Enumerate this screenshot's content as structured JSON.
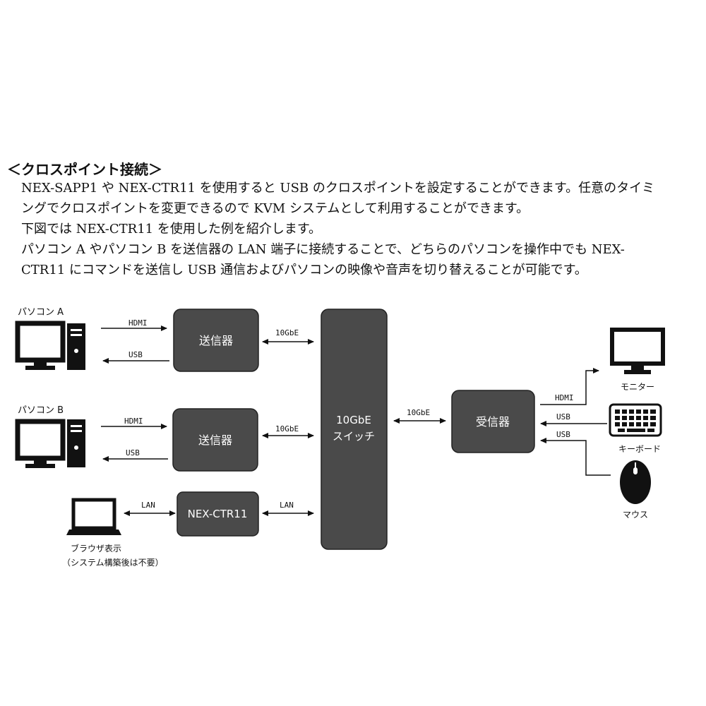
{
  "heading": "＜クロスポイント接続＞",
  "paragraph": [
    "NEX-SAPP1 や NEX-CTR11 を使用すると USB のクロスポイントを設定することができます。任意のタイミ",
    "ングでクロスポイントを変更できるので KVM システムとして利用することができます。",
    "下図では NEX-CTR11 を使用した例を紹介します。",
    "パソコン A やパソコン B を送信器の LAN 端子に接続することで、どちらのパソコンを操作中でも NEX-",
    "CTR11 にコマンドを送信し USB 通信およびパソコンの映像や音声を切り替えることが可能です。"
  ],
  "diagram": {
    "pc_a_label": "パソコン A",
    "pc_b_label": "パソコン B",
    "transmitter_a": "送信器",
    "transmitter_b": "送信器",
    "controller": "NEX-CTR11",
    "switch_line1": "10GbE",
    "switch_line2": "スイッチ",
    "receiver": "受信器",
    "hdmi_a": "HDMI",
    "usb_a": "USB",
    "hdmi_b": "HDMI",
    "usb_b": "USB",
    "lan_left": "LAN",
    "lan_right": "LAN",
    "link_a": "10GbE",
    "link_b": "10GbE",
    "link_rx": "10GbE",
    "rx_hdmi": "HDMI",
    "rx_usb_kb": "USB",
    "rx_usb_mouse": "USB",
    "monitor_label": "モニター",
    "keyboard_label": "キーボード",
    "mouse_label": "マウス",
    "laptop_label1": "ブラウザ表示",
    "laptop_label2": "（システム構築後は不要）"
  },
  "colors": {
    "box": "#4a4a4a",
    "line": "#111111"
  }
}
